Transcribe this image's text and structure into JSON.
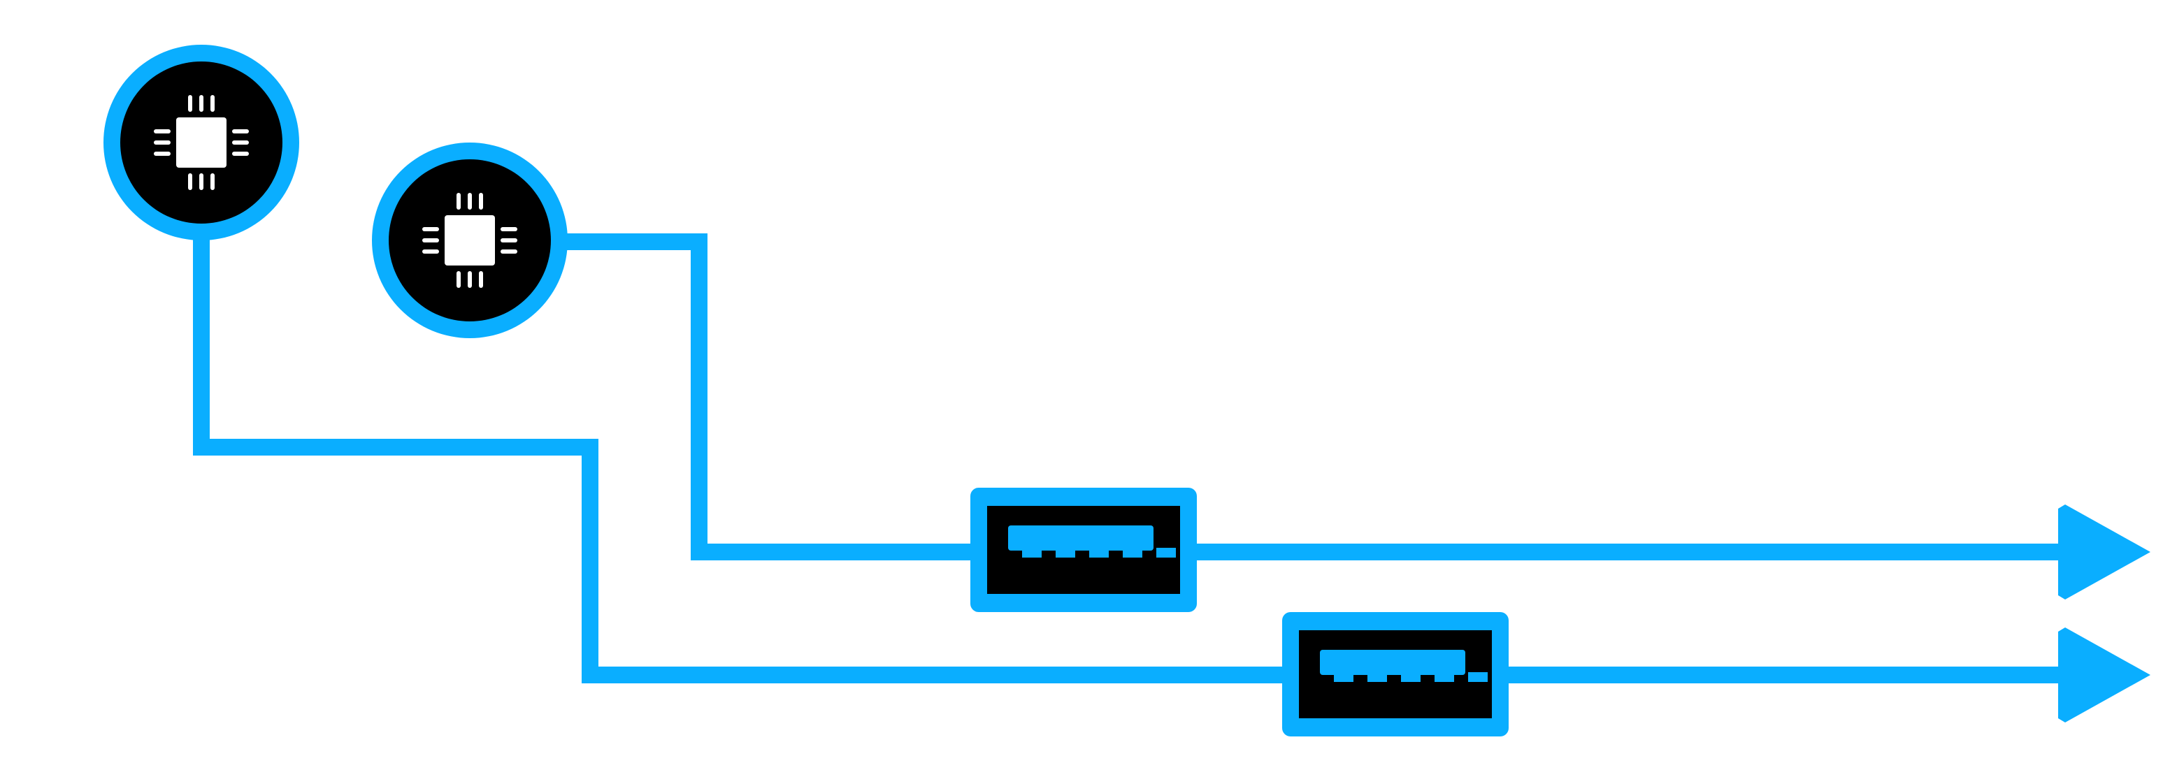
{
  "diagram": {
    "colors": {
      "accent": "#0AAEFF",
      "node_fill": "#000000",
      "chip_glyph": "#FFFFFF",
      "background": "#FFFFFF"
    },
    "nodes": [
      {
        "id": "cpu-1",
        "icon": "chip-icon"
      },
      {
        "id": "cpu-2",
        "icon": "chip-icon"
      },
      {
        "id": "usb-1",
        "icon": "usb-port-icon"
      },
      {
        "id": "usb-2",
        "icon": "usb-port-icon"
      }
    ],
    "connections": [
      {
        "from": "cpu-1",
        "via": "usb-2",
        "ends": "arrow"
      },
      {
        "from": "cpu-2",
        "via": "usb-1",
        "ends": "arrow"
      }
    ]
  }
}
